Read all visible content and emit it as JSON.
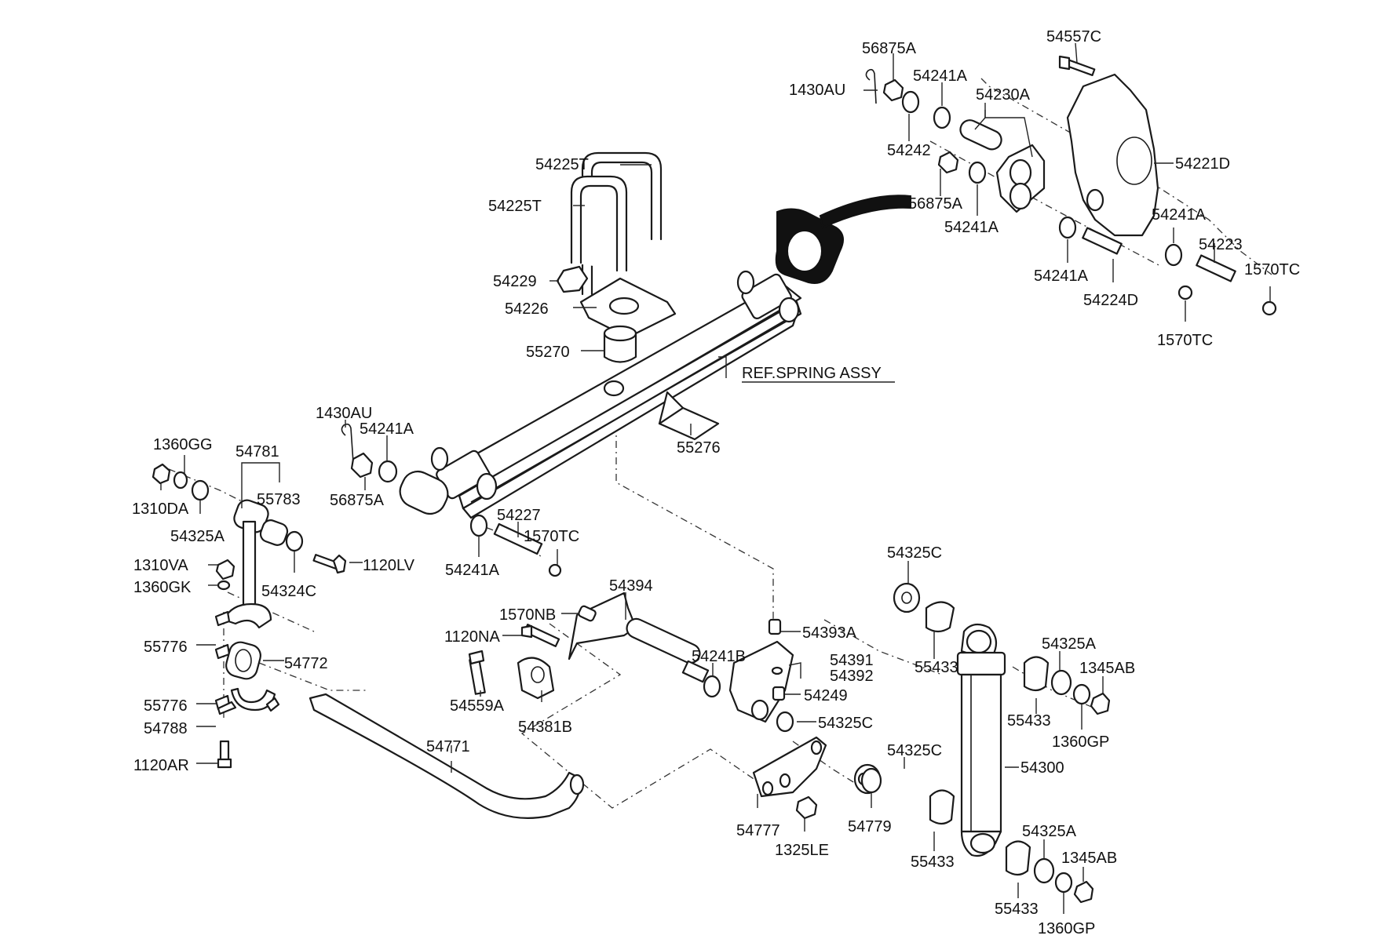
{
  "labels": {
    "l1": "54557C",
    "l2": "56875A",
    "l3": "1430AU",
    "l4": "54241A",
    "l5": "54230A",
    "l6": "54242",
    "l7": "54221D",
    "l8": "56875A",
    "l9": "54241A",
    "l10": "54241A",
    "l11": "54223",
    "l12": "1570TC",
    "l13": "54241A",
    "l14": "54224D",
    "l15": "1570TC",
    "l16": "54225T",
    "l17": "54225T",
    "l18": "54229",
    "l19": "54226",
    "l20": "55270",
    "l21": "REF.SPRING ASSY",
    "l22": "55276",
    "l23": "1430AU",
    "l24": "54241A",
    "l25": "56875A",
    "l26": "54227",
    "l27": "1570TC",
    "l28": "54241A",
    "l29": "1360GG",
    "l30": "54781",
    "l31": "55783",
    "l32": "1310DA",
    "l33": "54325A",
    "l34": "1310VA",
    "l35": "1120LV",
    "l36": "1360GK",
    "l37": "54324C",
    "l38": "55776",
    "l39": "54772",
    "l40": "55776",
    "l41": "54788",
    "l42": "1120AR",
    "l43": "54771",
    "l44": "54394",
    "l45": "1570NB",
    "l46": "1120NA",
    "l47": "54241B",
    "l48": "54393A",
    "l49": "54391",
    "l50": "54392",
    "l51": "54249",
    "l52": "54559A",
    "l53": "54381B",
    "l54": "54325C",
    "l55": "54325C",
    "l56": "54325C",
    "l57": "55433",
    "l58": "54325A",
    "l59": "1345AB",
    "l60": "55433",
    "l61": "1360GP",
    "l62": "54300",
    "l63": "54777",
    "l64": "1325LE",
    "l65": "54779",
    "l66": "55433",
    "l67": "54325A",
    "l68": "1345AB",
    "l69": "55433",
    "l70": "1360GP"
  }
}
